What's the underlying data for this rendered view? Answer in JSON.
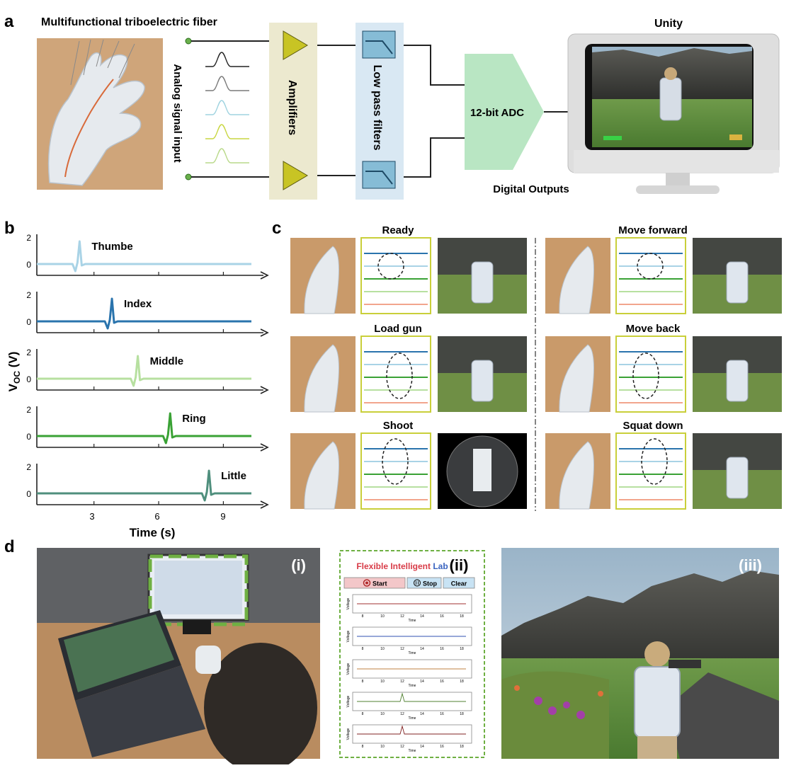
{
  "panel_a": {
    "panel_letter": "a",
    "fiber_label": "Multifunctional triboelectric fiber",
    "input_label": "Analog signal input",
    "amplifier_label": "Amplifiers",
    "filter_label": "Low pass filters",
    "adc_label": "12-bit ADC",
    "outputs_label": "Digital Outputs",
    "monitor_label": "Unity",
    "signal_colors": [
      "#222222",
      "#7a7a7a",
      "#9fd3e0",
      "#c8d640",
      "#b9d98a"
    ]
  },
  "panel_b": {
    "panel_letter": "b",
    "ylabel_main": "V",
    "ylabel_sub": "OC",
    "ylabel_unit": " (V)",
    "xlabel": "Time (s)",
    "x_ticks": [
      "3",
      "6",
      "9"
    ],
    "traces": [
      {
        "name": "Thumbe",
        "color": "#a9d3e6",
        "y_ticks": [
          "2",
          "0"
        ],
        "peak_time": 2.3
      },
      {
        "name": "Index",
        "color": "#2a74ad",
        "y_ticks": [
          "2",
          "0"
        ],
        "peak_time": 3.8
      },
      {
        "name": "Middle",
        "color": "#b7e0a0",
        "y_ticks": [
          "2",
          "0"
        ],
        "peak_time": 5.0
      },
      {
        "name": "Ring",
        "color": "#3aa235",
        "y_ticks": [
          "2",
          "0"
        ],
        "peak_time": 6.5
      },
      {
        "name": "Little",
        "color": "#4f8f7d",
        "y_ticks": [
          "2",
          "0"
        ],
        "peak_time": 8.3
      }
    ]
  },
  "panel_c": {
    "panel_letter": "c",
    "gestures": [
      "Ready",
      "Move forward",
      "Load gun",
      "Move back",
      "Shoot",
      "Squat down"
    ]
  },
  "panel_d": {
    "panel_letter": "d",
    "sub_i": "(i)",
    "sub_ii": "(ii)",
    "sub_iii": "(iii)",
    "lab_title_red": "Flexible Intelligent",
    "lab_title_blue": " Lab",
    "buttons": [
      "Start",
      "Stop",
      "Clear"
    ],
    "plot_ylabel": "Voltage",
    "plot_xlabel": "Time",
    "plot_ticks": [
      "8",
      "10",
      "12",
      "14",
      "16",
      "18"
    ],
    "plot_colors": [
      "#a03030",
      "#3050b0",
      "#c08040",
      "#508030",
      "#802020"
    ]
  }
}
